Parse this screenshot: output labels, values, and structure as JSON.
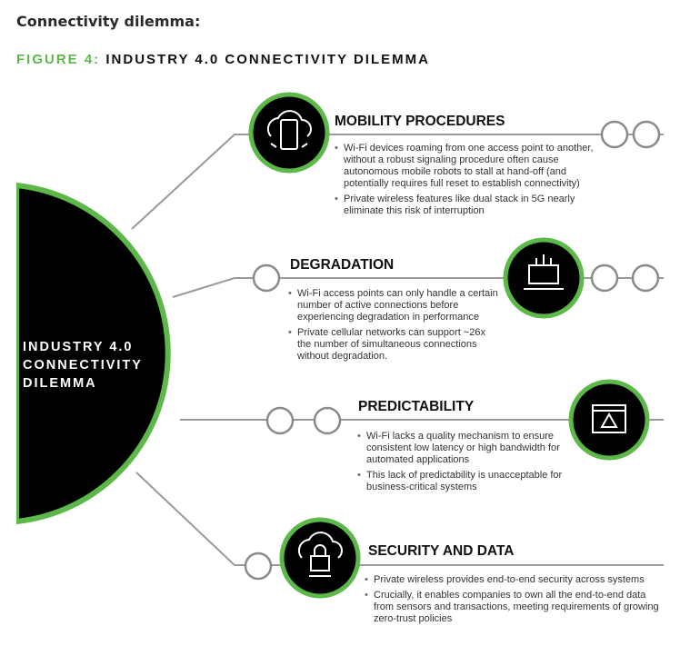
{
  "heading": "Connectivity dilemma:",
  "figure": {
    "label": "FIGURE 4:",
    "title": "INDUSTRY 4.0 CONNECTIVITY DILEMMA"
  },
  "center": [
    "INDUSTRY 4.0",
    "CONNECTIVITY",
    "DILEMMA"
  ],
  "colors": {
    "accent": "#5cb848",
    "dark": "#000000",
    "line": "#999999"
  },
  "sections": [
    {
      "title": "MOBILITY PROCEDURES",
      "icon": "cloud-phone-icon",
      "bullets": [
        "Wi-Fi devices roaming from one access point to another, without a robust signaling procedure often cause autonomous mobile robots to stall at  hand-off (and potentially requires full reset to establish connectivity)",
        "Private wireless features like dual stack in 5G nearly eliminate this risk of interruption"
      ]
    },
    {
      "title": "DEGRADATION",
      "icon": "laptop-network-icon",
      "bullets": [
        "Wi-Fi access points can only handle a certain number of active connections before experiencing degradation in performance",
        "Private cellular networks can support ~26x the number of simultaneous connections without degradation."
      ]
    },
    {
      "title": "PREDICTABILITY",
      "icon": "warning-window-icon",
      "bullets": [
        "Wi-Fi lacks a quality mechanism to ensure consistent low latency or high bandwidth for automated applications",
        "This lack of predictability is unacceptable for business-critical systems"
      ]
    },
    {
      "title": "SECURITY AND DATA",
      "icon": "cloud-lock-icon",
      "bullets": [
        "Private wireless provides end-to-end security across systems",
        "Crucially, it enables companies to own all the end-to-end data from sensors and transactions, meeting requirements of growing zero-trust policies"
      ]
    }
  ]
}
